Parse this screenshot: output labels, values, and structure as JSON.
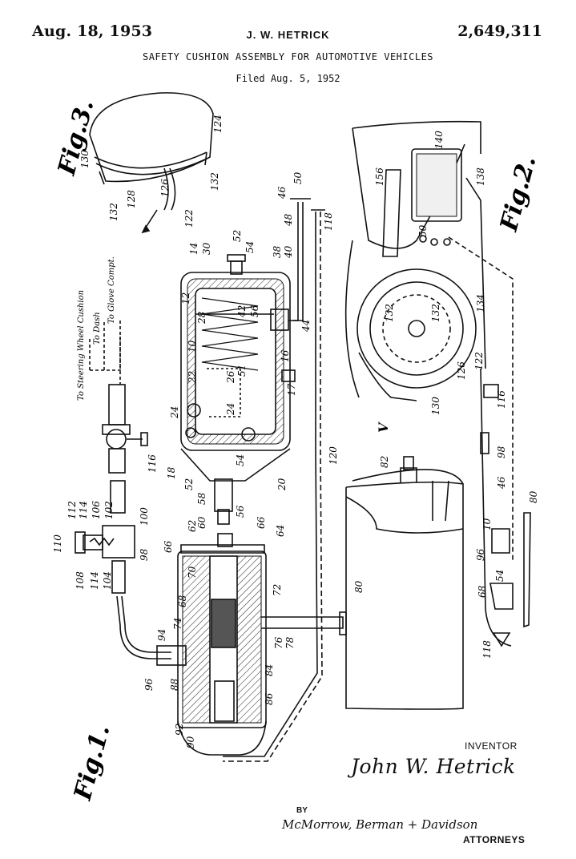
{
  "header": {
    "date": "Aug. 18, 1953",
    "inventor_header": "J. W. HETRICK",
    "patent_number": "2,649,311",
    "title": "SAFETY CUSHION ASSEMBLY FOR AUTOMOTIVE VEHICLES",
    "filed": "Filed Aug. 5, 1952"
  },
  "figures": {
    "fig1": "Fig.1.",
    "fig2": "Fig.2.",
    "fig3": "Fig.3."
  },
  "annotations": {
    "steering": "To Steering Wheel Cushion",
    "dash": "To Dash",
    "glove": "To Glove Compt."
  },
  "refs": {
    "r10": "10",
    "r12": "12",
    "r14": "14",
    "r16": "16",
    "r17": "17",
    "r18": "18",
    "r20": "20",
    "r22": "22",
    "r24a": "24",
    "r24b": "24",
    "r26": "26",
    "r28": "28",
    "r30": "30",
    "r38": "38",
    "r40": "40",
    "r42": "42",
    "r44": "44",
    "r46": "46",
    "r48": "48",
    "r50": "50",
    "r51": "51",
    "r52a": "52",
    "r52b": "52",
    "r54a": "54",
    "r54b": "54",
    "r56a": "56",
    "r56b": "56",
    "r58": "58",
    "r60": "60",
    "r62": "62",
    "r64": "64",
    "r66a": "66",
    "r66b": "66",
    "r68": "68",
    "r70": "70",
    "r72": "72",
    "r74": "74",
    "r76": "76",
    "r78": "78",
    "r80a": "80",
    "r82": "82",
    "r84": "84",
    "r86": "86",
    "r88": "88",
    "r90": "90",
    "r92": "92",
    "r94": "94",
    "r96": "96",
    "r98": "98",
    "r100": "100",
    "r102": "102",
    "r104": "104",
    "r106": "106",
    "r108": "108",
    "r110": "110",
    "r112": "112",
    "r114a": "114",
    "r114b": "114",
    "r116": "116",
    "r118": "118",
    "r120": "120",
    "r124": "124",
    "r126": "126",
    "r128": "128",
    "r130": "130",
    "r132a": "132",
    "r132b": "132",
    "r122": "122",
    "f2_156": "156",
    "f2_140": "140",
    "f2_138": "138",
    "f2_50": "50",
    "f2_132a": "132",
    "f2_132b": "132",
    "f2_134": "134",
    "f2_122": "122",
    "f2_126": "126",
    "f2_130": "130",
    "f2_116": "116",
    "f2_98": "98",
    "f2_46": "46",
    "f2_80": "80",
    "f2_10": "10",
    "f2_96": "96",
    "f2_54": "54",
    "f2_68": "68",
    "f2_118": "118",
    "f2_V": "V"
  },
  "signature": {
    "inventor_label": "INVENTOR",
    "inventor_name": "John W. Hetrick",
    "by": "BY",
    "attorney_firm": "McMorrow, Berman + Davidson",
    "attorneys_label": "ATTORNEYS"
  }
}
